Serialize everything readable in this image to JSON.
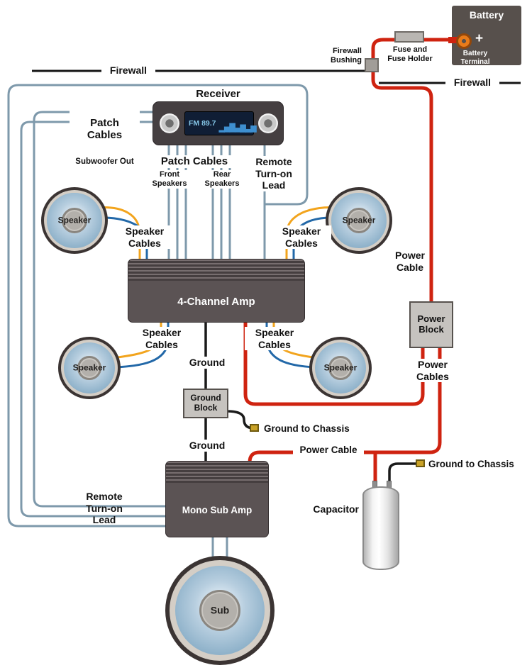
{
  "colors": {
    "power_cable": "#cf2310",
    "ground_cable": "#1a1a1a",
    "signal_cable": "#7e99ab",
    "speaker_pos": "#f2a41d",
    "speaker_neg": "#2268a8",
    "chassis_terminal": "#c9a227"
  },
  "battery": {
    "title": "Battery",
    "plus": "+",
    "terminal_label": "Battery\nTerminal"
  },
  "fuse": {
    "label": "Fuse and\nFuse Holder"
  },
  "bushing": {
    "label": "Firewall\nBushing"
  },
  "firewall": {
    "left": "Firewall",
    "right": "Firewall"
  },
  "receiver": {
    "title": "Receiver",
    "display_station": "FM 89.7",
    "display_eq": "▂▅█▄▇▃▆"
  },
  "patch_left": {
    "title": "Patch\nCables",
    "subtitle": "Subwoofer Out"
  },
  "patch_center": {
    "title": "Patch Cables",
    "front": "Front\nSpeakers",
    "rear": "Rear\nSpeakers"
  },
  "remote_top": {
    "label": "Remote\nTurn-on\nLead"
  },
  "remote_bottom": {
    "label": "Remote\nTurn-on\nLead"
  },
  "speaker_cables": {
    "upper_left": "Speaker\nCables",
    "upper_right": "Speaker\nCables",
    "lower_left": "Speaker\nCables",
    "lower_right": "Speaker\nCables"
  },
  "amps": {
    "four_channel": "4-Channel Amp",
    "mono_sub": "Mono Sub Amp"
  },
  "grounds": {
    "upper": "Ground",
    "lower": "Ground",
    "block": "Ground\nBlock",
    "chassis_mid": "Ground to Chassis",
    "chassis_right": "Ground to Chassis"
  },
  "power": {
    "cable_right": "Power\nCable",
    "block": "Power\nBlock",
    "cables": "Power\nCables",
    "cable_mid": "Power Cable"
  },
  "speakers": {
    "front_left": "Speaker",
    "front_right": "Speaker",
    "rear_left": "Speaker",
    "rear_right": "Speaker",
    "sub": "Sub"
  },
  "capacitor": {
    "label": "Capacitor"
  }
}
